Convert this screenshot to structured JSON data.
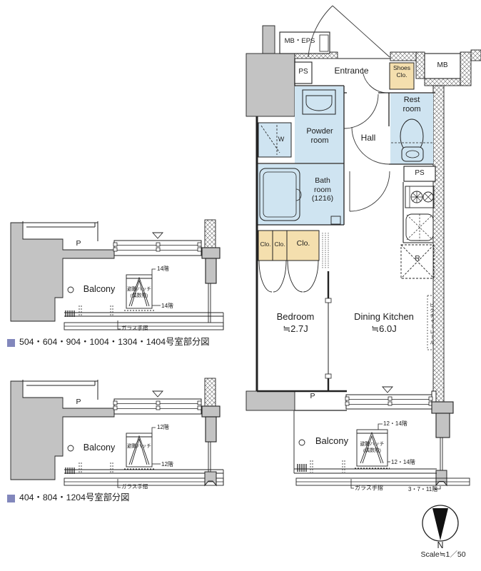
{
  "main_plan": {
    "mb_eps": "MB・EPS",
    "ps_top": "PS",
    "entrance": "Entrance",
    "shoes1": "Shoes",
    "shoes2": "Clo.",
    "mb": "MB",
    "rest1": "Rest",
    "rest2": "room",
    "powder1": "Powder",
    "powder2": "room",
    "washer": "W",
    "hall": "Hall",
    "bath1": "Bath",
    "bath2": "room",
    "bath3": "(1216)",
    "ps_kitchen": "PS",
    "fridge": "R",
    "clo1": "Clo.",
    "clo2": "Clo.",
    "clo3": "Clo.",
    "bedroom_name": "Bedroom",
    "bedroom_size": "≒2.7J",
    "dk_name": "Dining Kitchen",
    "dk_size": "≒6.0J",
    "picture_rail": "ピクチャーレール",
    "pillar": "P",
    "balcony": "Balcony",
    "hatch1": "避難ハッチ",
    "hatch2": "(偶数階)",
    "floors_top": "12・14階",
    "floors_bottom": "12・14階",
    "glass_rail": "ガラス手摺",
    "floors_pillar": "3・7・11階"
  },
  "partial_plan_upper": {
    "pillar": "P",
    "balcony": "Balcony",
    "hatch1": "避難ハッチ",
    "hatch2": "(偶数階)",
    "floor_top": "14階",
    "floor_bottom": "14階",
    "glass_rail": "ガラス手摺",
    "caption": "504・604・904・1004・1304・1404号室部分図"
  },
  "partial_plan_lower": {
    "pillar": "P",
    "balcony": "Balcony",
    "hatch": "避難ハッチ",
    "floor_top": "12階",
    "floor_bottom": "12階",
    "glass_rail": "ガラス手摺",
    "caption": "404・804・1204号室部分図"
  },
  "compass": {
    "north": "N",
    "scale": "Scale≒1／50"
  },
  "colors": {
    "wet_area_blue": "#cfe4f1",
    "closet_tan": "#f4dfae",
    "structure_gray": "#c3c3c3",
    "caption_bullet": "#8287bc",
    "line": "#222222"
  }
}
